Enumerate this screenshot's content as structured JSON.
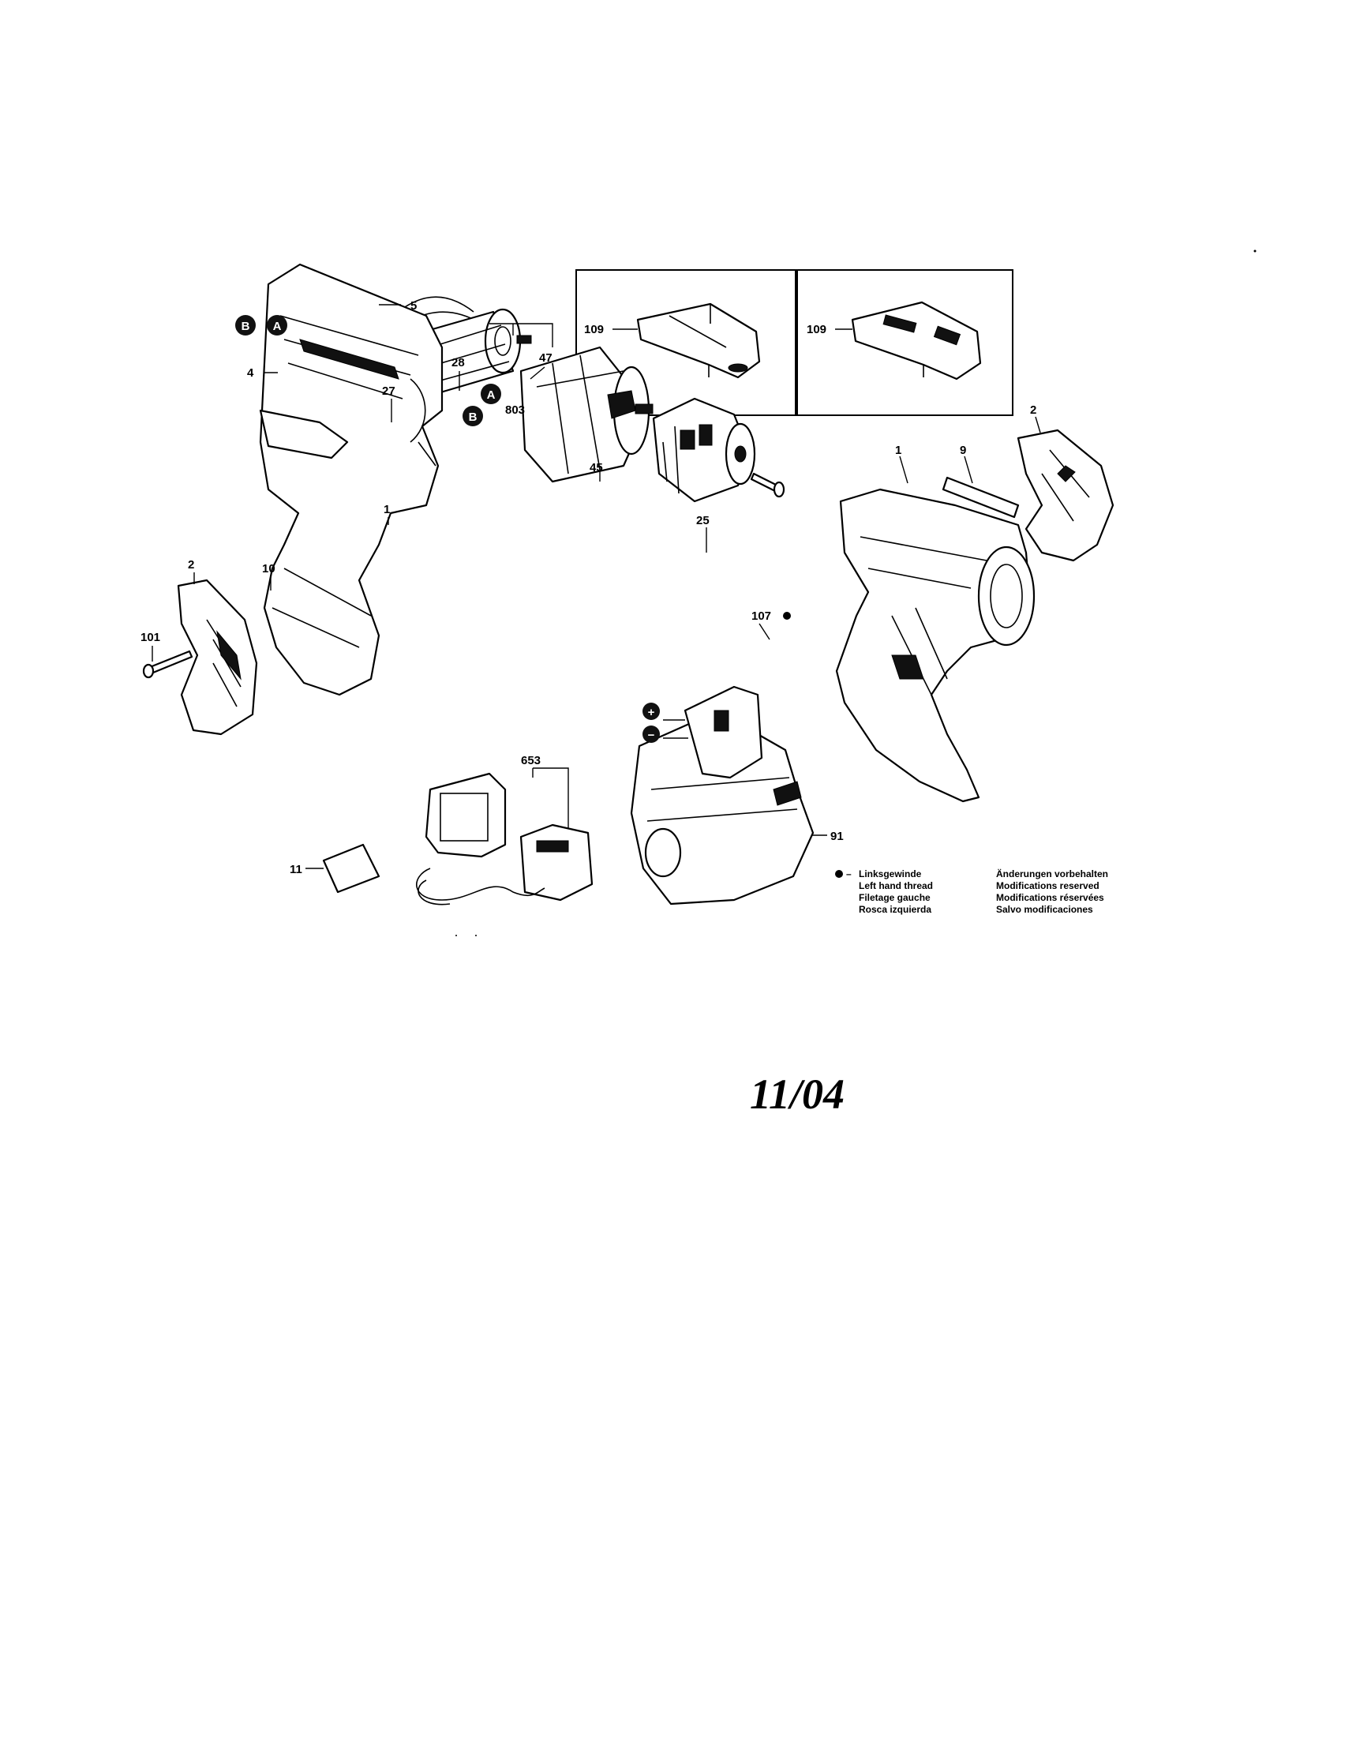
{
  "callouts": {
    "c5": "5",
    "c4": "4",
    "c28": "28",
    "c27": "27",
    "c803": "803",
    "c47": "47",
    "c45": "45",
    "c25": "25",
    "c107": "107",
    "c1_left": "1",
    "c10": "10",
    "c2_left": "2",
    "c101": "101",
    "c109_a": "109",
    "c109_b": "109",
    "c2_right": "2",
    "c1_right": "1",
    "c9": "9",
    "c653": "653",
    "c11": "11",
    "c91": "91"
  },
  "connector_markers": {
    "b_top": "B",
    "a_top": "A",
    "a_motor": "A",
    "b_motor": "B"
  },
  "polarity": {
    "plus": "+",
    "minus": "−"
  },
  "legend_left": [
    "Linksgewinde",
    "Left hand thread",
    "Filetage gauche",
    "Rosca izquierda"
  ],
  "legend_right": [
    "Änderungen vorbehalten",
    "Modifications reserved",
    "Modifications réservées",
    "Salvo modificaciones"
  ],
  "date_code": "11/04"
}
